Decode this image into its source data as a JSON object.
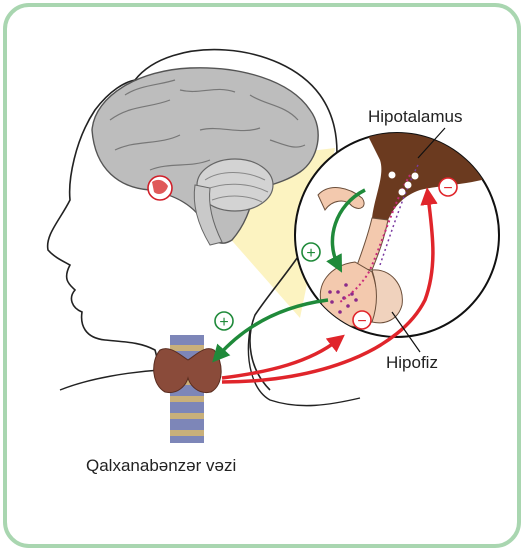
{
  "labels": {
    "hypothalamus": "Hipotalamus",
    "pituitary": "Hipofiz",
    "thyroid": "Qalxanabənzər vəzi"
  },
  "signs": {
    "stimulate": "+",
    "inhibit": "−"
  },
  "colors": {
    "frame": "#a9d6b0",
    "stimulate": "#1f8a3a",
    "inhibit": "#e0252b",
    "brain": "#bdbdbd",
    "hypothalamus_tissue": "#6b3a1f",
    "pituitary": "#f3c9ae",
    "thyroid": "#8a4b3a",
    "trachea": "#7d86b8",
    "highlight_cone": "#fbf1b6"
  }
}
